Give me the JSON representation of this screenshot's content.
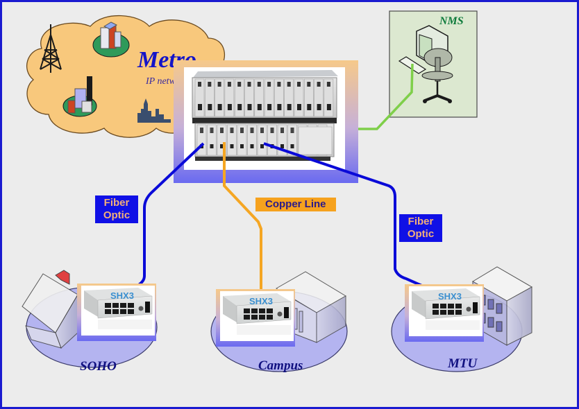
{
  "diagram": {
    "metro_cloud": {
      "title": "Metro",
      "subtitle": "IP network",
      "icons": [
        "radio-tower-icon",
        "office-building-icon",
        "office-building-icon",
        "city-skyline-icon"
      ]
    },
    "nms": {
      "title": "NMS",
      "icon": "workstation-icon"
    },
    "central_chassis": {
      "icon": "rack-chassis-icon"
    },
    "links": [
      {
        "name": "fiber-optic-soho",
        "label": "Fiber\nOptic",
        "label_lines": [
          "Fiber",
          "Optic"
        ],
        "color": "#0a0ad8",
        "to": "SOHO"
      },
      {
        "name": "copper-line-campus",
        "label": "Copper Line",
        "color": "#f5a623",
        "to": "Campus"
      },
      {
        "name": "fiber-optic-mtu",
        "label": "Fiber\nOptic",
        "label_lines": [
          "Fiber",
          "Optic"
        ],
        "color": "#0a0ad8",
        "to": "MTU"
      },
      {
        "name": "nms-link",
        "color": "#7fcf4a",
        "to": "NMS"
      }
    ],
    "sites": [
      {
        "name": "SOHO",
        "device": "SHX3",
        "building": "house-icon"
      },
      {
        "name": "Campus",
        "device": "SHX3",
        "building": "campus-building-icon"
      },
      {
        "name": "MTU",
        "device": "SHX3",
        "building": "multi-tenant-building-icon"
      }
    ],
    "colors": {
      "frame_border": "#1a1ad0",
      "background": "#ececec",
      "cloud_fill": "#f8c87c",
      "site_ellipse": "#b4b4f0",
      "fiber": "#0a0ad8",
      "copper": "#f5a623",
      "nms_link": "#7fcf4a",
      "nms_box": "#dce8d0"
    }
  }
}
